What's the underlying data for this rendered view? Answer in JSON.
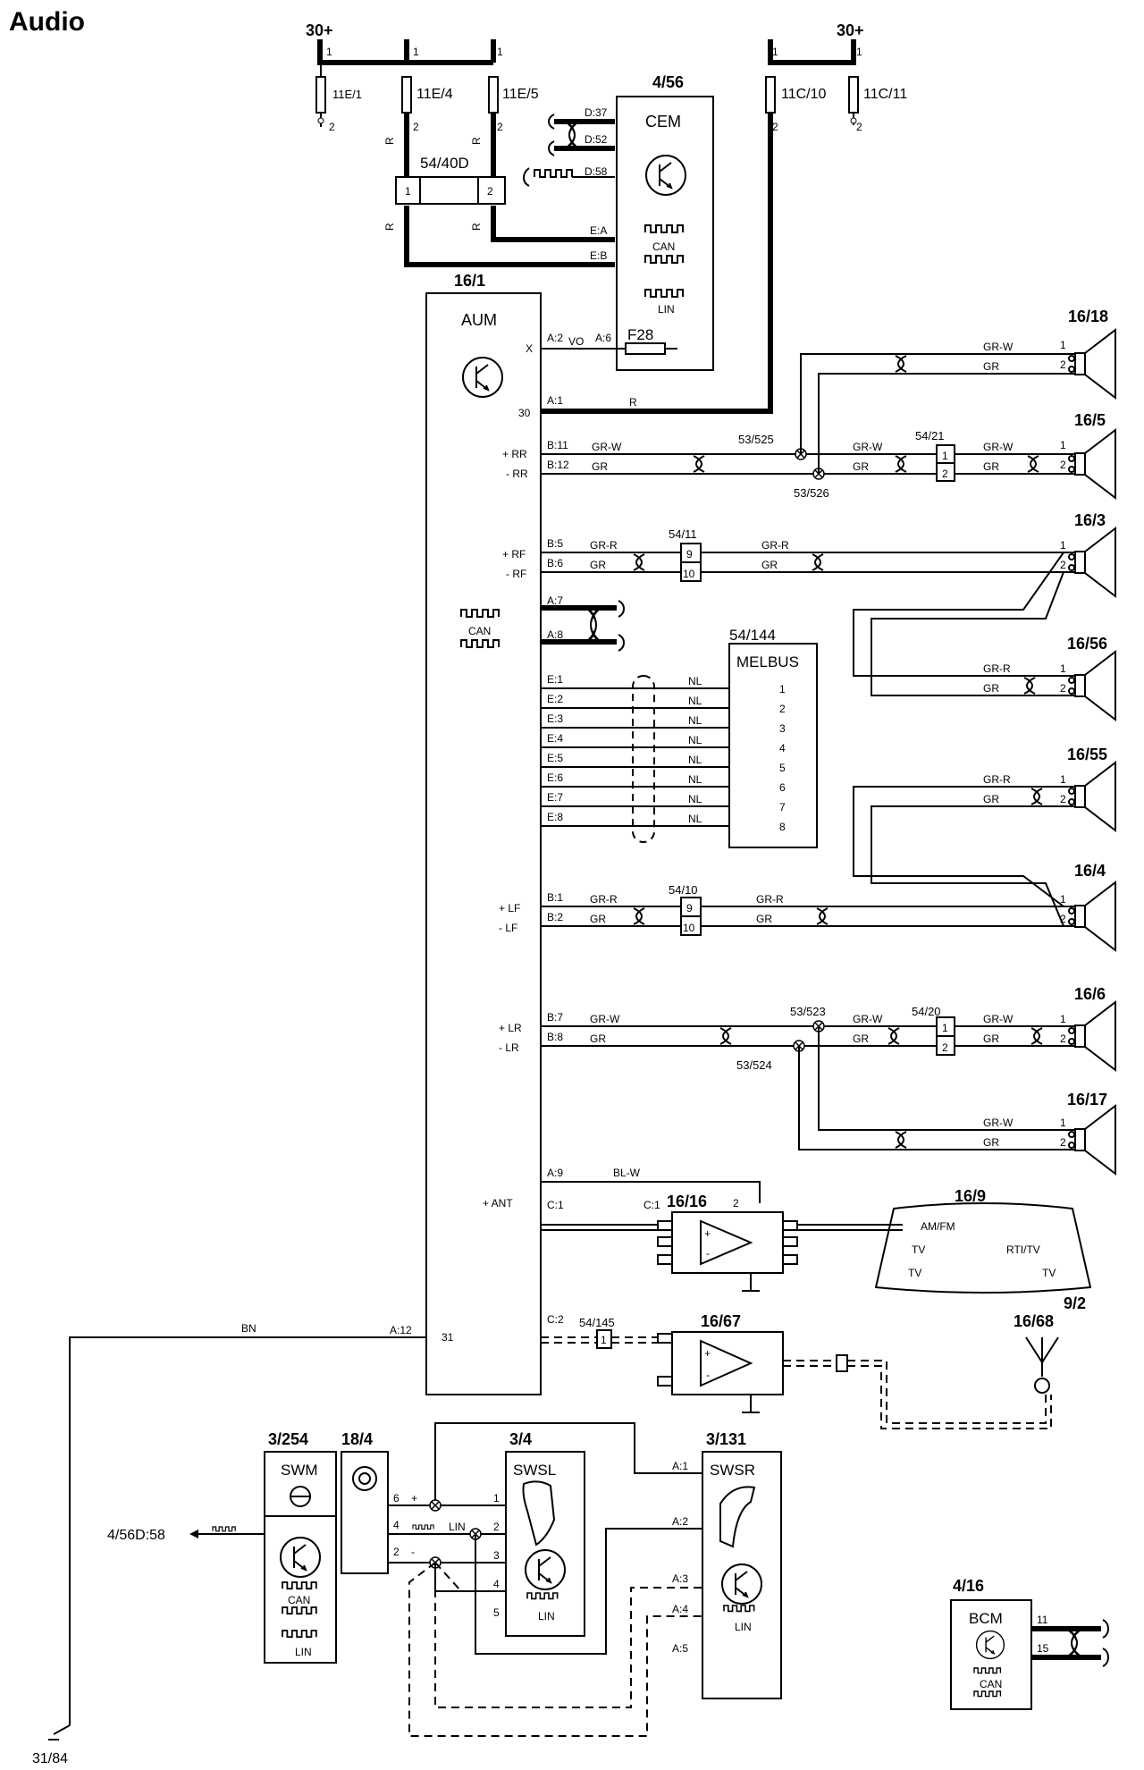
{
  "title": "Audio",
  "supply": {
    "left": "30+",
    "right": "30+"
  },
  "fuses": {
    "f1": "11E/1",
    "f2": "11E/4",
    "f3": "11E/5",
    "f4": "11C/10",
    "f5": "11C/11"
  },
  "connector_40d": {
    "id": "54/40D",
    "pin1": "1",
    "pin2": "2"
  },
  "cem": {
    "id": "4/56",
    "name": "CEM",
    "can": "CAN",
    "lin": "LIN",
    "fuse": "F28",
    "pins": [
      "D:37",
      "D:52",
      "D:58",
      "E:A",
      "E:B",
      "A:6"
    ]
  },
  "aum": {
    "id": "16/1",
    "name": "AUM",
    "can": "CAN",
    "terms": [
      "X",
      "30",
      "+ RR",
      "- RR",
      "+ RF",
      "- RF",
      "+ LF",
      "- LF",
      "+ LR",
      "- LR",
      "+ ANT",
      "31"
    ],
    "pins": [
      "A:2",
      "A:1",
      "B:11",
      "B:12",
      "B:5",
      "B:6",
      "A:7",
      "A:8",
      "E:1",
      "E:2",
      "E:3",
      "E:4",
      "E:5",
      "E:6",
      "E:7",
      "E:8",
      "B:1",
      "B:2",
      "B:7",
      "B:8",
      "A:9",
      "C:1",
      "C:2",
      "A:12"
    ]
  },
  "wire_colors": {
    "vo": "VO",
    "r": "R",
    "grw": "GR-W",
    "gr": "GR",
    "grr": "GR-R",
    "nl": "NL",
    "blw": "BL-W",
    "bn": "BN"
  },
  "splices": {
    "s525": "53/525",
    "s526": "53/526",
    "s523": "53/523",
    "s524": "53/524"
  },
  "connectors": {
    "c21": "54/21",
    "c11": "54/11",
    "c10": "54/10",
    "c20": "54/20",
    "c145": "54/145",
    "c184": "18/4"
  },
  "speakers": {
    "s18": "16/18",
    "s5": "16/5",
    "s3": "16/3",
    "s56": "16/56",
    "s55": "16/55",
    "s4": "16/4",
    "s6": "16/6",
    "s17": "16/17"
  },
  "melbus": {
    "id": "54/144",
    "name": "MELBUS"
  },
  "amp1": {
    "id": "16/16",
    "pin_c1": "C:1",
    "pin2": "2"
  },
  "amp2": {
    "id": "16/67"
  },
  "antenna": {
    "id": "16/9",
    "amfm": "AM/FM",
    "tv": "TV",
    "rti": "RTI/TV",
    "sub": "9/2"
  },
  "antenna2": {
    "id": "16/68"
  },
  "swm": {
    "id": "3/254",
    "name": "SWM",
    "ref": "4/56D:58",
    "can": "CAN",
    "lin": "LIN"
  },
  "swsl": {
    "id": "3/4",
    "name": "SWSL",
    "lin": "LIN"
  },
  "swsr": {
    "id": "3/131",
    "name": "SWSR",
    "lin": "LIN",
    "pins": [
      "A:1",
      "A:2",
      "A:3",
      "A:4",
      "A:5"
    ]
  },
  "bcm": {
    "id": "4/16",
    "name": "BCM",
    "can": "CAN",
    "p11": "11",
    "p15": "15"
  },
  "ground": "31/84"
}
